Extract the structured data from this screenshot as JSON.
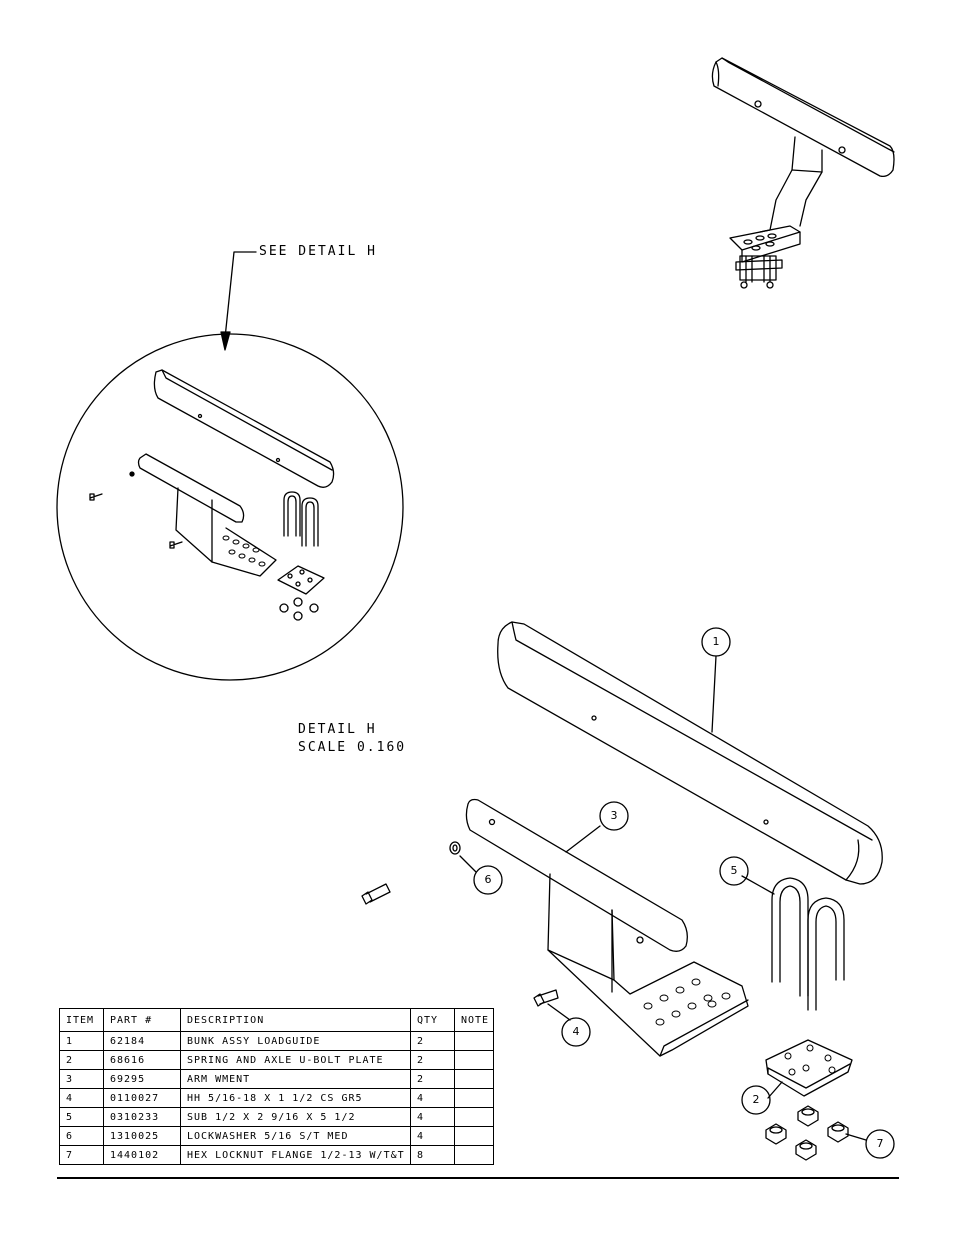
{
  "callouts": {
    "see_detail": "SEE DETAIL  H",
    "detail_title": "DETAIL  H",
    "detail_scale": "SCALE  0.160"
  },
  "balloons": [
    "1",
    "2",
    "3",
    "4",
    "5",
    "6",
    "7"
  ],
  "bom": {
    "headers": [
      "ITEM",
      "PART #",
      "DESCRIPTION",
      "QTY",
      "NOTE"
    ],
    "rows": [
      [
        "1",
        "62184",
        "BUNK ASSY   LOADGUIDE",
        "2",
        ""
      ],
      [
        "2",
        "68616",
        "SPRING AND AXLE U-BOLT PLATE",
        "2",
        ""
      ],
      [
        "3",
        "69295",
        "ARM WMENT",
        "2",
        ""
      ],
      [
        "4",
        "0110027",
        "HH 5/16-18 X 1 1/2 CS GR5",
        "4",
        ""
      ],
      [
        "5",
        "0310233",
        "SUB 1/2 X 2 9/16 X 5 1/2",
        "4",
        ""
      ],
      [
        "6",
        "1310025",
        "LOCKWASHER 5/16 S/T MED",
        "4",
        ""
      ],
      [
        "7",
        "1440102",
        "HEX LOCKNUT FLANGE 1/2-13 W/T&T",
        "8",
        ""
      ]
    ]
  }
}
